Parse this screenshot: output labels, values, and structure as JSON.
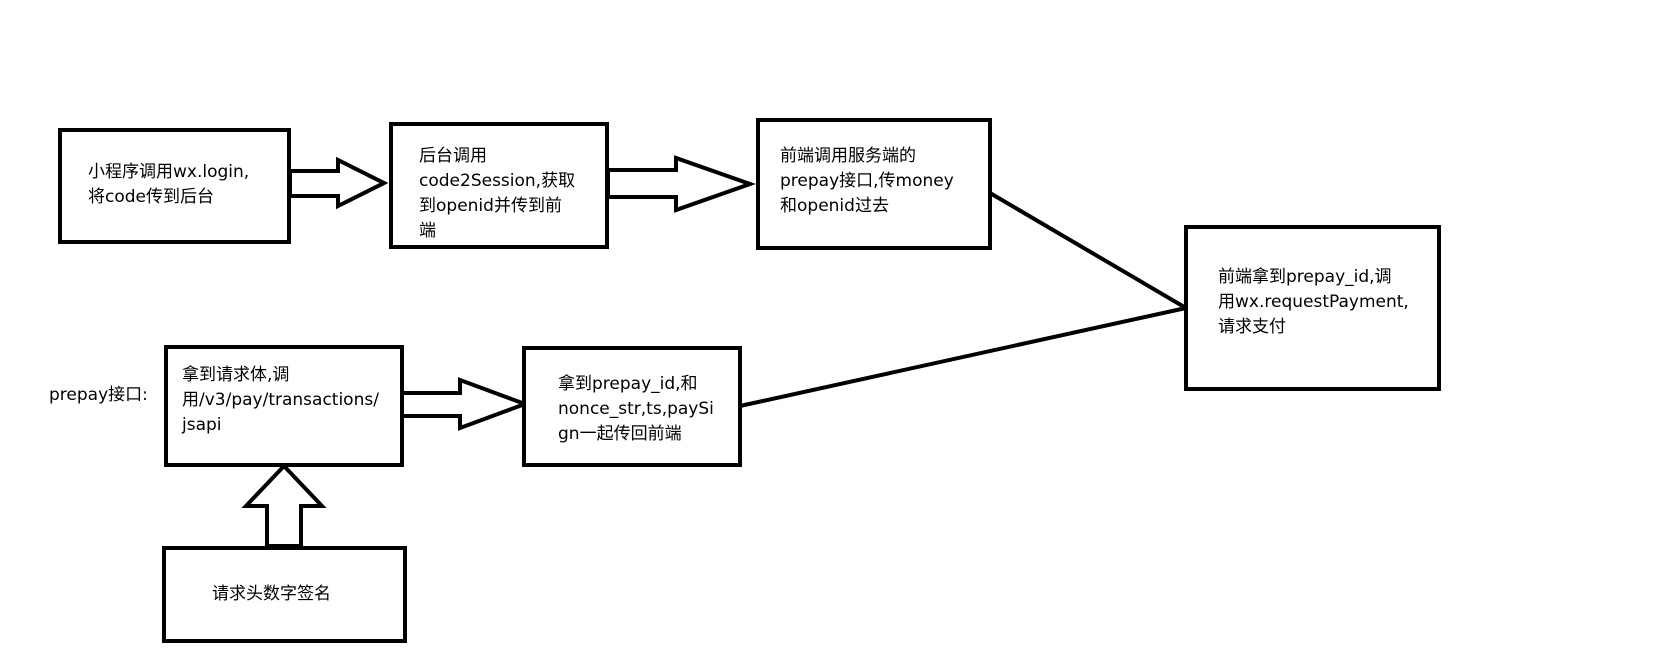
{
  "nodes": {
    "n1": {
      "text": "小程序调用wx.login,\n将code传到后台"
    },
    "n2": {
      "text": "后台调用\ncode2Session,获取\n到openid并传到前\n端"
    },
    "n3": {
      "text": "前端调用服务端的\nprepay接口,传money\n和openid过去"
    },
    "n4": {
      "text": "前端拿到prepay_id,调\n用wx.requestPayment,\n请求支付"
    },
    "n5": {
      "text": "拿到请求体,调\n用/v3/pay/transactions/\njsapi"
    },
    "n6": {
      "text": "拿到prepay_id,和\nnonce_str,ts,paySi\ngn一起传回前端"
    },
    "n7": {
      "text": "请求头数字签名"
    }
  },
  "labels": {
    "prepay": "prepay接口:"
  },
  "colors": {
    "stroke": "#000000",
    "background": "#ffffff"
  }
}
